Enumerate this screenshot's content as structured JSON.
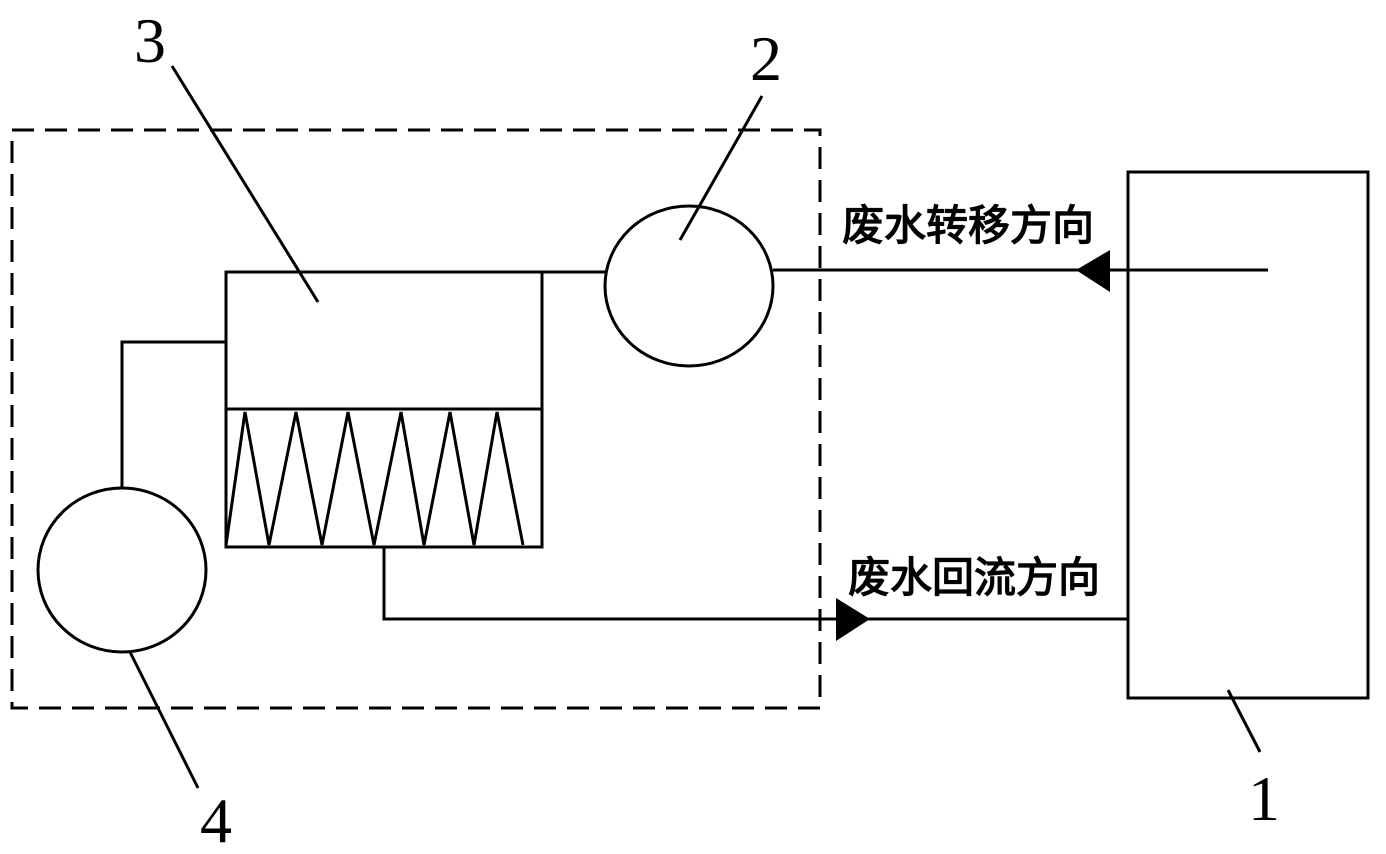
{
  "labels": {
    "part_1": "1",
    "part_2": "2",
    "part_3": "3",
    "part_4": "4",
    "transfer_direction": "废水转移方向",
    "return_direction": "废水回流方向"
  },
  "colors": {
    "line": "#000000",
    "background": "#ffffff"
  }
}
